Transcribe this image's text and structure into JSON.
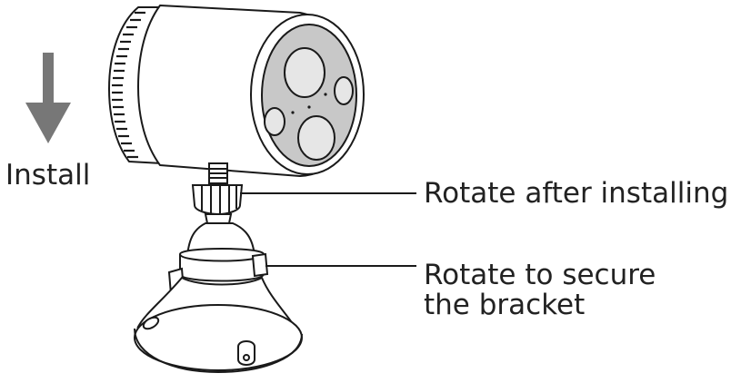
{
  "annotations": {
    "install": "Install",
    "rotate_after": "Rotate after installing",
    "rotate_secure_line1": "Rotate to secure",
    "rotate_secure_line2": "the bracket"
  },
  "colors": {
    "stroke": "#1a1a1a",
    "lens_face": "#c8c8c8",
    "lens": "#e6e6e6",
    "arrow": "#777777",
    "text": "#222222"
  },
  "icons": {
    "direction": "arrow-down-icon"
  }
}
